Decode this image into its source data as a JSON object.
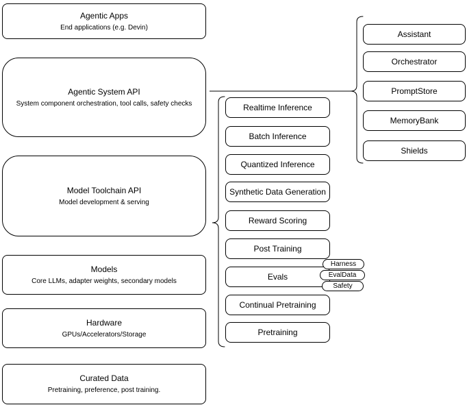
{
  "diagram": {
    "stack": [
      {
        "title": "Agentic Apps",
        "subtitle": "End applications (e.g. Devin)"
      },
      {
        "title": "Agentic System API",
        "subtitle": "System component orchestration, tool calls, safety checks"
      },
      {
        "title": "Model Toolchain API",
        "subtitle": "Model development & serving"
      },
      {
        "title": "Models",
        "subtitle": "Core LLMs, adapter weights, secondary models"
      },
      {
        "title": "Hardware",
        "subtitle": "GPUs/Accelerators/Storage"
      },
      {
        "title": "Curated Data",
        "subtitle": "Pretraining, preference, post training."
      }
    ],
    "toolchain": [
      "Realtime Inference",
      "Batch Inference",
      "Quantized Inference",
      "Synthetic Data Generation",
      "Reward Scoring",
      "Post Training",
      "Evals",
      "Continual Pretraining",
      "Pretraining"
    ],
    "eval_tags": [
      "Harness",
      "EvalData",
      "Safety"
    ],
    "system_components": [
      "Assistant",
      "Orchestrator",
      "PromptStore",
      "MemoryBank",
      "Shields"
    ],
    "colors": {
      "stroke": "#000000",
      "fill": "#ffffff",
      "text": "#000000",
      "background": "#ffffff"
    }
  }
}
